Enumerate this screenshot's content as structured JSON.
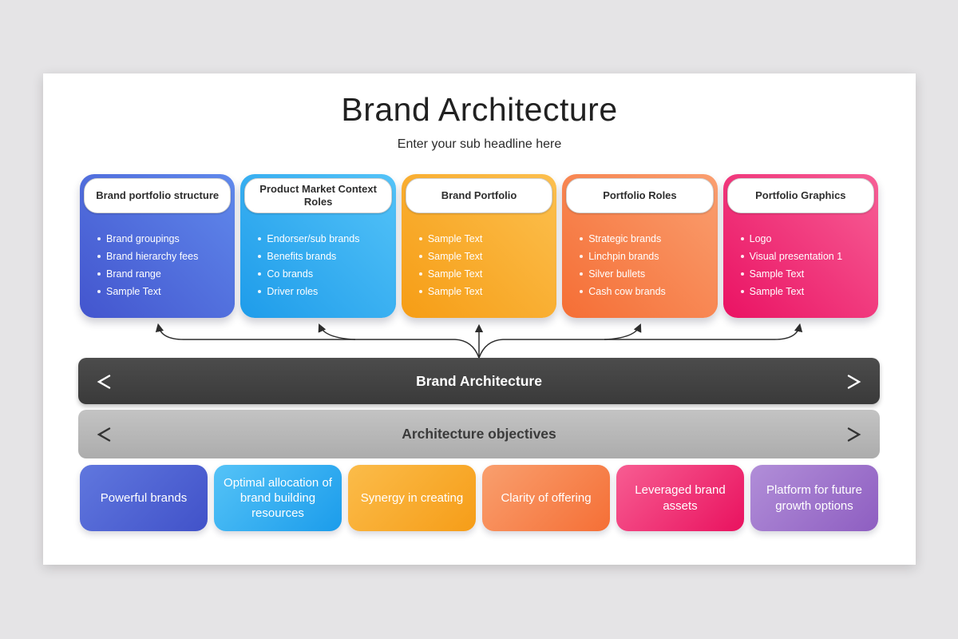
{
  "slide": {
    "title": "Brand Architecture",
    "subtitle": "Enter your sub headline here"
  },
  "cards": [
    {
      "title": "Brand portfolio structure",
      "bullets": [
        "Brand groupings",
        "Brand hierarchy fees",
        "Brand range",
        "Sample Text"
      ],
      "color_top": "#6089ec",
      "color_bottom": "#4355ce"
    },
    {
      "title": "Product Market Context Roles",
      "bullets": [
        "Endorser/sub brands",
        "Benefits brands",
        "Co brands",
        "Driver roles"
      ],
      "color_top": "#54c3f8",
      "color_bottom": "#1e9cea"
    },
    {
      "title": "Brand Portfolio",
      "bullets": [
        "Sample Text",
        "Sample Text",
        "Sample Text",
        "Sample Text"
      ],
      "color_top": "#fcc04f",
      "color_bottom": "#f69d15"
    },
    {
      "title": "Portfolio Roles",
      "bullets": [
        "Strategic brands",
        "Linchpin brands",
        "Silver bullets",
        "Cash cow brands"
      ],
      "color_top": "#fa9f70",
      "color_bottom": "#f56e35"
    },
    {
      "title": "Portfolio Graphics",
      "bullets": [
        "Logo",
        "Visual presentation 1",
        "Sample Text",
        "Sample Text"
      ],
      "color_top": "#f75f96",
      "color_bottom": "#ea1263"
    }
  ],
  "bars": [
    {
      "label": "Brand Architecture",
      "background": "#424242",
      "text_color": "#ffffff",
      "dash_color": "#ffffff"
    },
    {
      "label": "Architecture objectives",
      "background": "#b8b8b8",
      "text_color": "#3a3a3a",
      "dash_color": "#333333"
    }
  ],
  "bottom_boxes": [
    {
      "label": "Powerful brands",
      "color": "#4f63d4"
    },
    {
      "label": "Optimal allocation of brand building resources",
      "color": "#30aef1"
    },
    {
      "label": "Synergy in creating",
      "color": "#f8a82b"
    },
    {
      "label": "Clarity of offering",
      "color": "#f8854f"
    },
    {
      "label": "Leveraged brand assets",
      "color": "#f0307a"
    },
    {
      "label": "Platform for future growth options",
      "color": "#a075cd"
    }
  ]
}
